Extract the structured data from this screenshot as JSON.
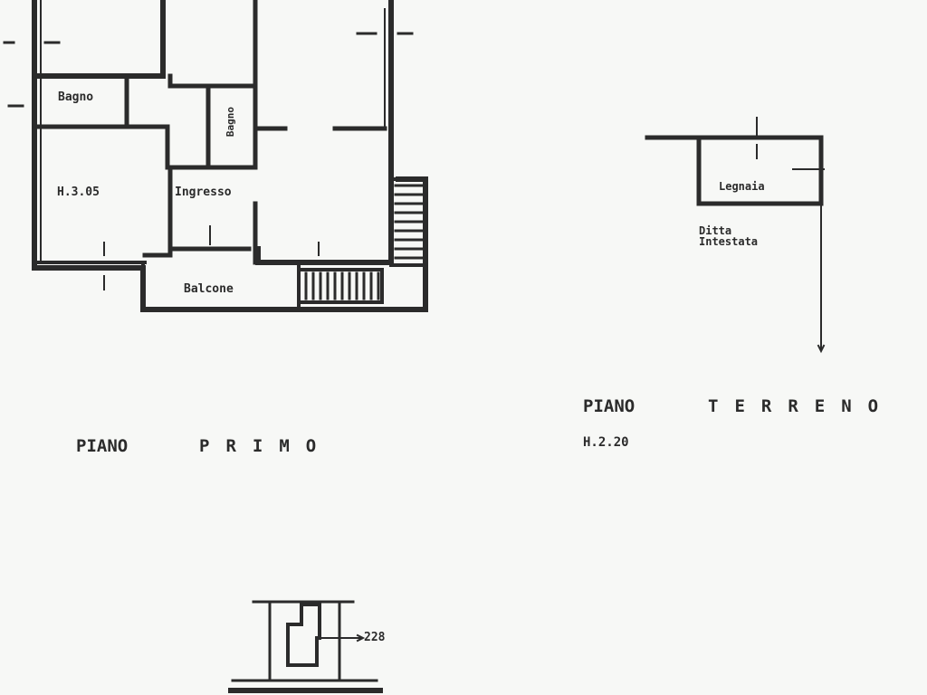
{
  "document": {
    "type": "floor-plan",
    "colors": {
      "background": "#f7f8f6",
      "ink": "#2b2b2b"
    }
  },
  "piano_primo": {
    "title_word": "PIANO",
    "title_level": "PRIMO",
    "rooms": {
      "bagno_1": "Bagno",
      "bagno_2": "Bagno",
      "height_label": "H.3.05",
      "ingresso": "Ingresso",
      "balcone": "Balcone"
    }
  },
  "piano_terreno": {
    "title_word": "PIANO",
    "title_level": "TERRENO",
    "height": "H.2.20",
    "rooms": {
      "legnaia": "Legnaia",
      "ditta_line1": "Ditta",
      "ditta_line2": "Intestata"
    }
  },
  "site_plan": {
    "dimension": "228"
  }
}
